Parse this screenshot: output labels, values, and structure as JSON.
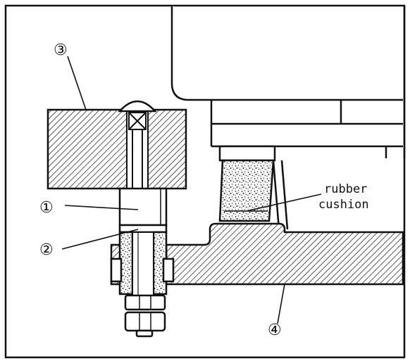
{
  "labels": {
    "part1": "①",
    "part2": "②",
    "part3": "③",
    "part4": "④",
    "cushion_line1": "rubber",
    "cushion_line2": "cushion"
  }
}
